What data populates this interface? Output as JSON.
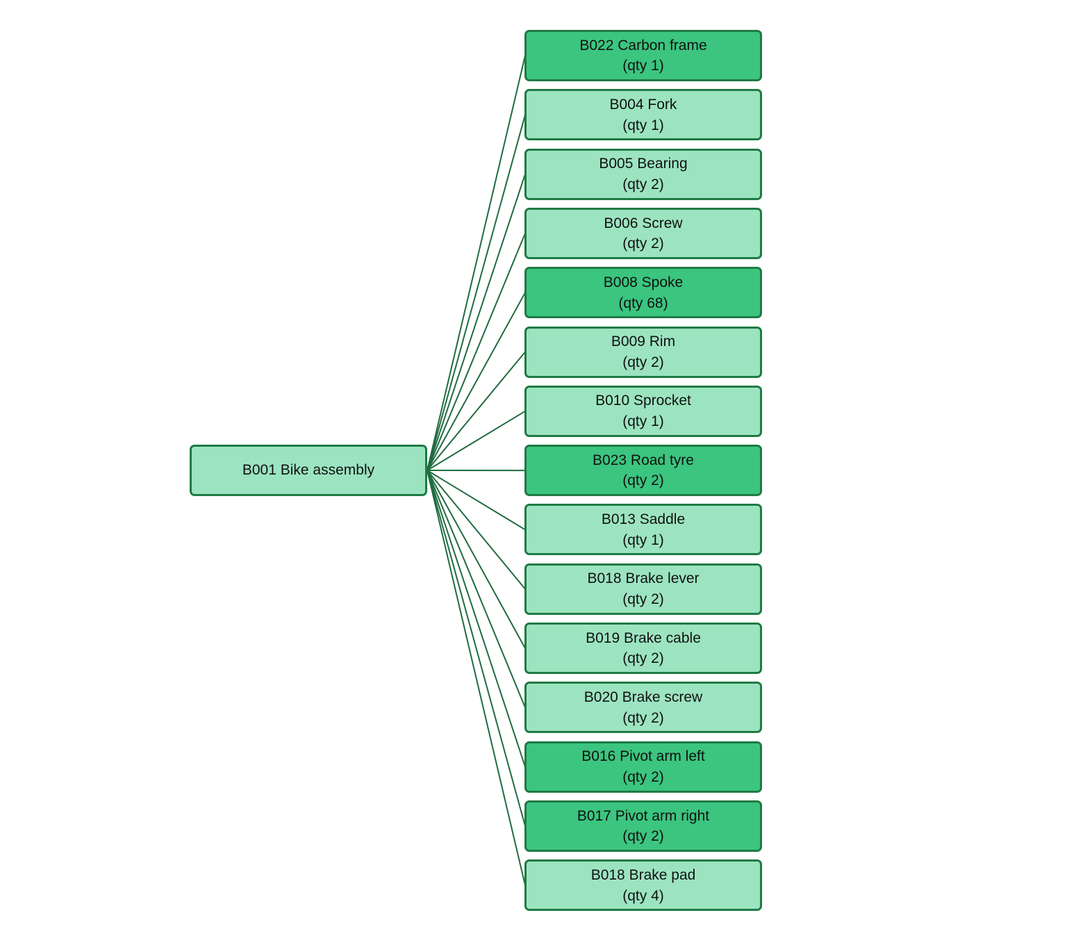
{
  "colors": {
    "light_fill": "#9ce4c0",
    "dark_fill": "#3bc57f",
    "border": "#1f7a44",
    "connector": "#1f6b3f"
  },
  "root": {
    "label": "B001 Bike assembly"
  },
  "children": [
    {
      "label": "B022 Carbon frame",
      "qty": "(qty 1)",
      "shade": "dark"
    },
    {
      "label": "B004 Fork",
      "qty": "(qty 1)",
      "shade": "light"
    },
    {
      "label": "B005 Bearing",
      "qty": "(qty 2)",
      "shade": "light"
    },
    {
      "label": "B006 Screw",
      "qty": "(qty 2)",
      "shade": "light"
    },
    {
      "label": "B008 Spoke",
      "qty": "(qty 68)",
      "shade": "dark"
    },
    {
      "label": "B009 Rim",
      "qty": "(qty 2)",
      "shade": "light"
    },
    {
      "label": "B010 Sprocket",
      "qty": "(qty 1)",
      "shade": "light"
    },
    {
      "label": "B023 Road tyre",
      "qty": "(qty 2)",
      "shade": "dark"
    },
    {
      "label": "B013 Saddle",
      "qty": "(qty 1)",
      "shade": "light"
    },
    {
      "label": "B018 Brake lever",
      "qty": "(qty 2)",
      "shade": "light"
    },
    {
      "label": "B019 Brake cable",
      "qty": "(qty 2)",
      "shade": "light"
    },
    {
      "label": "B020 Brake screw",
      "qty": "(qty 2)",
      "shade": "light"
    },
    {
      "label": "B016 Pivot arm left",
      "qty": "(qty 2)",
      "shade": "dark"
    },
    {
      "label": "B017 Pivot arm right",
      "qty": "(qty 2)",
      "shade": "dark"
    },
    {
      "label": "B018 Brake pad",
      "qty": "(qty 4)",
      "shade": "light"
    }
  ]
}
